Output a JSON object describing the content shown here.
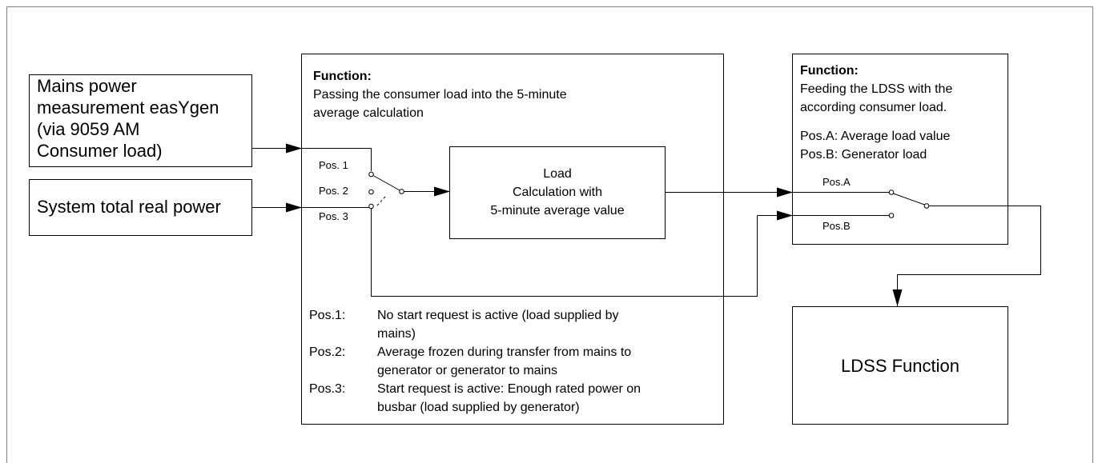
{
  "inputs": {
    "mains_lines": [
      "Mains power",
      "measurement easYgen",
      "(via 9059 AM",
      "Consumer load)"
    ],
    "system_total": "System total real power"
  },
  "function1": {
    "title": "Function:",
    "lines": [
      "Passing the consumer load into the 5-minute",
      "average calculation"
    ],
    "pos_labels": [
      "Pos. 1",
      "Pos. 2",
      "Pos. 3"
    ],
    "notes": [
      {
        "key": "Pos.1:",
        "lines": [
          "No start request is active (load supplied by",
          "mains)"
        ]
      },
      {
        "key": "Pos.2:",
        "lines": [
          "Average frozen during transfer from mains to",
          "generator or generator to mains"
        ]
      },
      {
        "key": "Pos.3:",
        "lines": [
          "Start request is active: Enough rated power on",
          "busbar (load supplied by generator)"
        ]
      }
    ]
  },
  "load_calc": {
    "lines": [
      "Load",
      "Calculation with",
      "5-minute average value"
    ]
  },
  "function2": {
    "title": "Function:",
    "lines": [
      "Feeding the LDSS with the",
      "according consumer load."
    ],
    "pos_desc": [
      "Pos.A: Average load value",
      "Pos.B: Generator load"
    ],
    "switch_labels": [
      "Pos.A",
      "Pos.B"
    ]
  },
  "ldss": {
    "label": "LDSS Function"
  }
}
